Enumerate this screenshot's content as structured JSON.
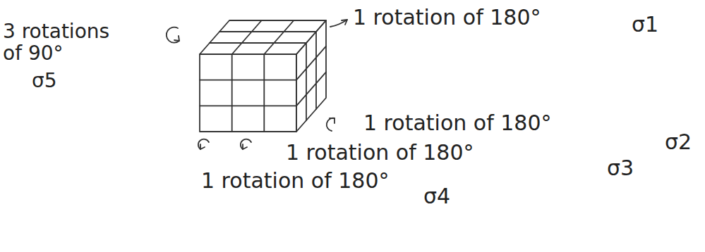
{
  "diagram": {
    "labels": [
      "3 rotations of 90°",
      "σ5",
      "1 rotation of 180°",
      "σ1",
      "1 rotation of 180°",
      "σ2",
      "1 rotation of 180°",
      "σ3",
      "1 rotation of 180°",
      "σ4"
    ]
  }
}
